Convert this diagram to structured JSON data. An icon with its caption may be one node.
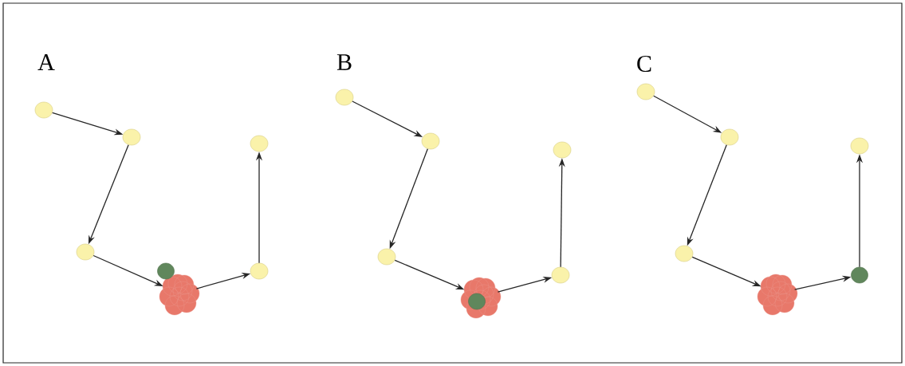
{
  "diagram": {
    "nodes": [
      {
        "text": [],
        "shape": "circle"
      },
      {
        "text": [],
        "shape": "circle"
      },
      {
        "text": [],
        "shape": "circle"
      },
      {
        "text": [],
        "shape": "cluster"
      },
      {
        "text": [],
        "shape": "circle"
      },
      {
        "text": [],
        "shape": "circle"
      },
      {
        "text": [],
        "shape": "dot"
      },
      {
        "text": [],
        "shape": "circle"
      },
      {
        "text": [],
        "shape": "circle"
      },
      {
        "text": [],
        "shape": "circle"
      },
      {
        "text": [],
        "shape": "cluster"
      },
      {
        "text": [],
        "shape": "circle"
      },
      {
        "text": [],
        "shape": "circle"
      },
      {
        "text": [],
        "shape": "dot",
        "in": 10
      },
      {
        "text": [],
        "shape": "circle"
      },
      {
        "text": [],
        "shape": "circle"
      },
      {
        "text": [],
        "shape": "circle"
      },
      {
        "text": [],
        "shape": "cluster"
      },
      {
        "text": [],
        "shape": "dot"
      },
      {
        "text": [],
        "shape": "circle"
      }
    ],
    "edges": [
      {
        "from": 0,
        "to": 1,
        "arrow": "to"
      },
      {
        "from": 1,
        "to": 2,
        "arrow": "to"
      },
      {
        "from": 2,
        "to": 3,
        "arrow": "to"
      },
      {
        "from": 3,
        "to": 4,
        "arrow": "to"
      },
      {
        "from": 4,
        "to": 5,
        "arrow": "to"
      },
      {
        "from": 7,
        "to": 8,
        "arrow": "to"
      },
      {
        "from": 8,
        "to": 9,
        "arrow": "to"
      },
      {
        "from": 9,
        "to": 10,
        "arrow": "to"
      },
      {
        "from": 10,
        "to": 11,
        "arrow": "to"
      },
      {
        "from": 11,
        "to": 12,
        "arrow": "to"
      },
      {
        "from": 14,
        "to": 15,
        "arrow": "to"
      },
      {
        "from": 15,
        "to": 16,
        "arrow": "to"
      },
      {
        "from": 16,
        "to": 17,
        "arrow": "to"
      },
      {
        "from": 17,
        "to": 18,
        "arrow": "to"
      },
      {
        "from": 18,
        "to": 19,
        "arrow": "to"
      }
    ],
    "labels": [
      "A",
      "B",
      "C"
    ]
  }
}
